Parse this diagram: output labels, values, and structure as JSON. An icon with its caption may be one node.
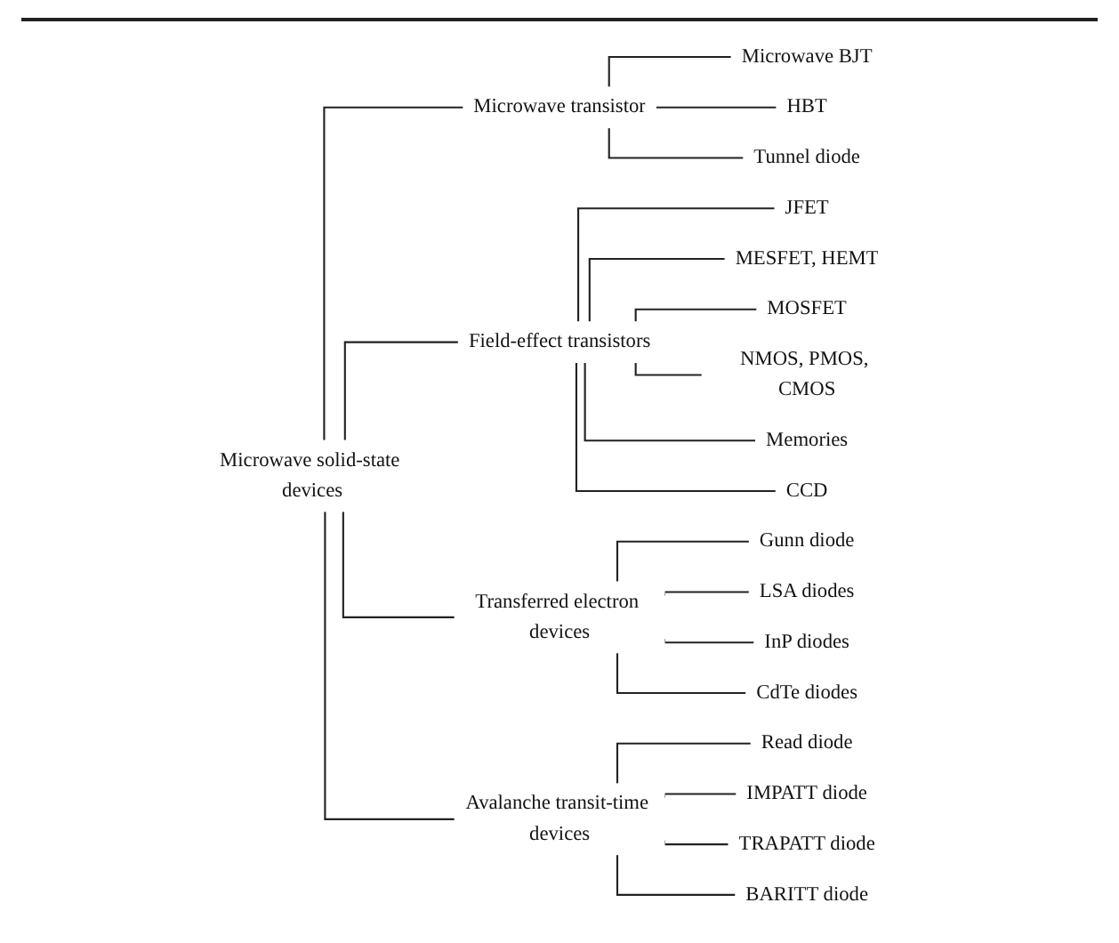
{
  "diagram": {
    "nodes": [
      {
        "text": [
          "Microwave solid-state devices"
        ]
      },
      {
        "text": [
          "Microwave transistor"
        ]
      },
      {
        "text": [
          "Microwave BJT"
        ]
      },
      {
        "text": [
          "HBT"
        ]
      },
      {
        "text": [
          "Tunnel diode"
        ]
      },
      {
        "text": [
          "Field-effect transistors"
        ]
      },
      {
        "text": [
          "JFET"
        ]
      },
      {
        "text": [
          "MESFET, HEMT"
        ]
      },
      {
        "text": [
          "MOSFET"
        ]
      },
      {
        "text": [
          "NMOS, PMOS, CMOS"
        ]
      },
      {
        "text": [
          "Memories"
        ]
      },
      {
        "text": [
          "CCD"
        ]
      },
      {
        "text": [
          "Transferred electron devices"
        ]
      },
      {
        "text": [
          "Gunn diode"
        ]
      },
      {
        "text": [
          "LSA diodes"
        ]
      },
      {
        "text": [
          "InP diodes"
        ]
      },
      {
        "text": [
          "CdTe diodes"
        ]
      },
      {
        "text": [
          "Avalanche transit-time devices"
        ]
      },
      {
        "text": [
          "Read diode"
        ]
      },
      {
        "text": [
          "IMPATT diode"
        ]
      },
      {
        "text": [
          "TRAPATT diode"
        ]
      },
      {
        "text": [
          "BARITT diode"
        ]
      }
    ],
    "edges": [
      {
        "from": 0,
        "to": 1,
        "arrow": "none"
      },
      {
        "from": 0,
        "to": 5,
        "arrow": "none"
      },
      {
        "from": 0,
        "to": 12,
        "arrow": "none"
      },
      {
        "from": 0,
        "to": 17,
        "arrow": "none"
      },
      {
        "from": 1,
        "to": 2,
        "arrow": "none"
      },
      {
        "from": 1,
        "to": 3,
        "arrow": "none"
      },
      {
        "from": 1,
        "to": 4,
        "arrow": "none"
      },
      {
        "from": 5,
        "to": 6,
        "arrow": "none"
      },
      {
        "from": 5,
        "to": 7,
        "arrow": "none"
      },
      {
        "from": 5,
        "to": 8,
        "arrow": "none"
      },
      {
        "from": 5,
        "to": 9,
        "arrow": "none"
      },
      {
        "from": 5,
        "to": 10,
        "arrow": "none"
      },
      {
        "from": 5,
        "to": 11,
        "arrow": "none"
      },
      {
        "from": 12,
        "to": 13,
        "arrow": "none"
      },
      {
        "from": 12,
        "to": 14,
        "arrow": "none"
      },
      {
        "from": 12,
        "to": 15,
        "arrow": "none"
      },
      {
        "from": 12,
        "to": 16,
        "arrow": "none"
      },
      {
        "from": 17,
        "to": 18,
        "arrow": "none"
      },
      {
        "from": 17,
        "to": 19,
        "arrow": "none"
      },
      {
        "from": 17,
        "to": 20,
        "arrow": "none"
      },
      {
        "from": 17,
        "to": 21,
        "arrow": "none"
      }
    ]
  }
}
